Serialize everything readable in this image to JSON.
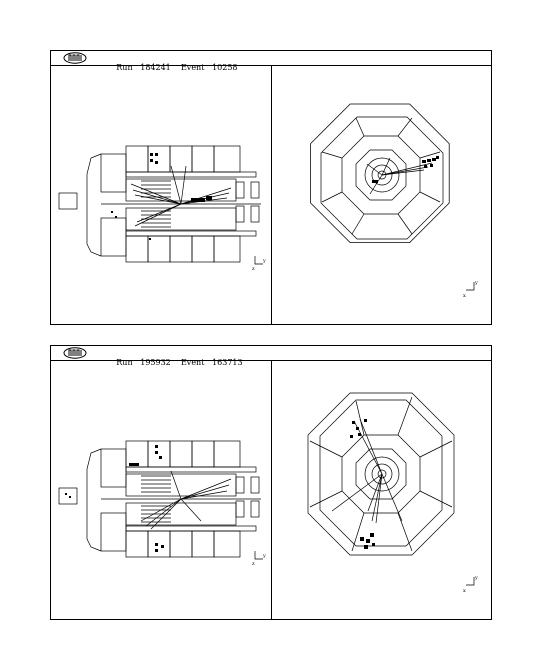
{
  "events": [
    {
      "run_label": "Run",
      "run": "184241",
      "event_label": "Event",
      "event": "10258"
    },
    {
      "run_label": "Run",
      "run": "195932",
      "event_label": "Event",
      "event": "163713"
    }
  ],
  "axes": {
    "z_label": "z",
    "y_label": "y",
    "x_label": "x"
  },
  "colors": {
    "line": "#000000",
    "background": "#ffffff"
  }
}
